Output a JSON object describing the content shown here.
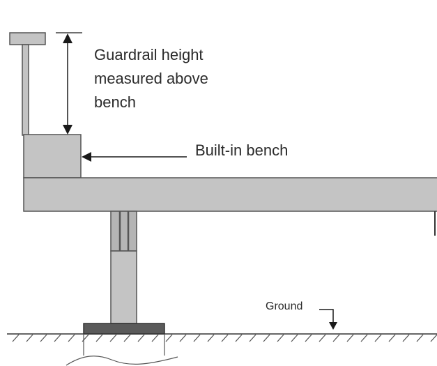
{
  "diagram": {
    "labels": {
      "guardrail_line1": "Guardrail height",
      "guardrail_line2": "measured above",
      "guardrail_line3": "bench",
      "bench": "Built-in bench",
      "ground": "Ground"
    },
    "colors": {
      "deck": "#c4c4c4",
      "post": "#b5b5b5",
      "post_dark": "#6e6e6e",
      "footing": "#5a5a5a",
      "outline": "#555555",
      "ink": "#1a1a1a"
    }
  }
}
